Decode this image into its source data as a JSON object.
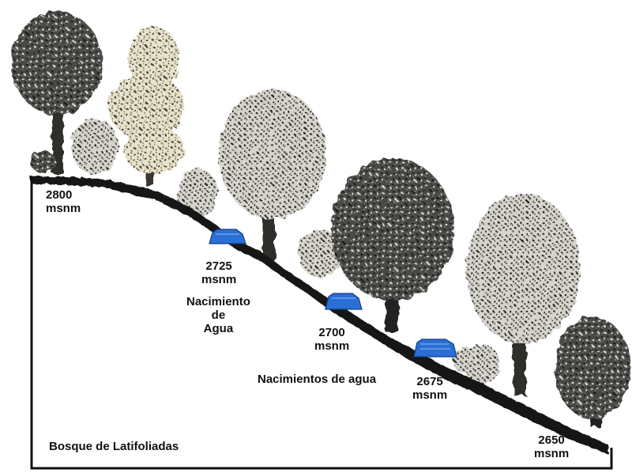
{
  "diagram": {
    "forest_label": "Bosque de Latifoliadas",
    "elevations": [
      {
        "value": "2800",
        "unit": "msnm"
      },
      {
        "value": "2725",
        "unit": "msnm"
      },
      {
        "value": "2700",
        "unit": "msnm"
      },
      {
        "value": "2675",
        "unit": "msnm"
      },
      {
        "value": "2650",
        "unit": "msnm"
      }
    ],
    "springs": {
      "single": [
        "Nacimiento",
        "de",
        "Agua"
      ],
      "plural": "Nacimientos de agua"
    },
    "colors": {
      "spring_blue": "#2a6fd6",
      "ground": "#151515",
      "tree_dark": "#3b3b3b",
      "tree_light": "#9a9480",
      "tree_cream": "#c9c0a4"
    }
  }
}
